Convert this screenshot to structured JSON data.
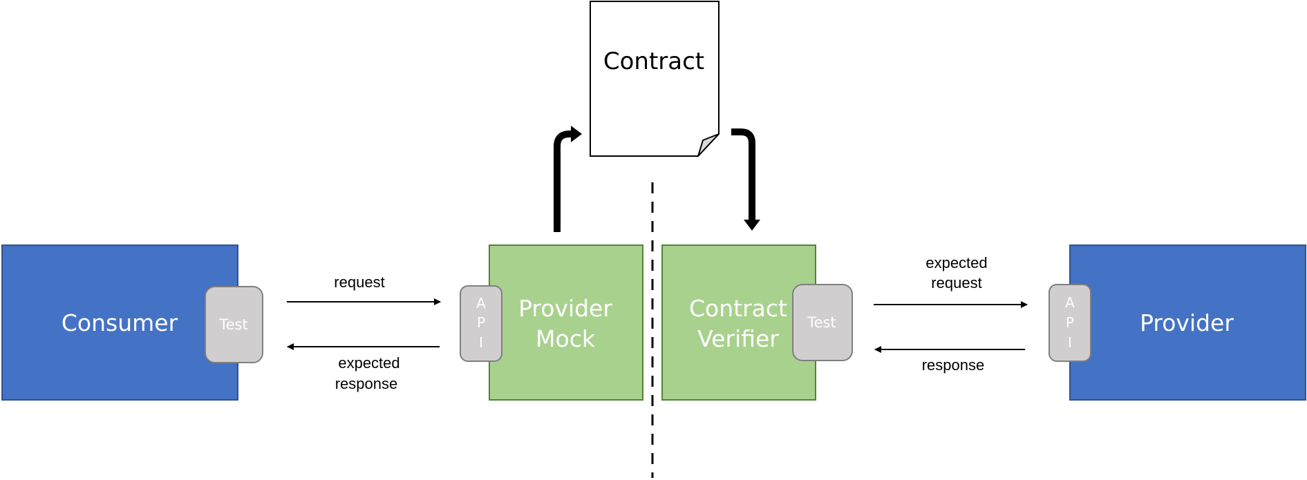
{
  "contract": {
    "label": "Contract"
  },
  "consumer": {
    "label": "Consumer",
    "test_label": "Test"
  },
  "provider_mock": {
    "line1": "Provider",
    "line2": "Mock",
    "api_letters": [
      "A",
      "P",
      "I"
    ]
  },
  "contract_verifier": {
    "line1": "Contract",
    "line2": "Verifier",
    "test_label": "Test"
  },
  "provider": {
    "label": "Provider",
    "api_letters": [
      "A",
      "P",
      "I"
    ]
  },
  "consumer_side_arrows": {
    "request_label": "request",
    "response_label_line1": "expected",
    "response_label_line2": "response"
  },
  "provider_side_arrows": {
    "request_label_line1": "expected",
    "request_label_line2": "request",
    "response_label": "response"
  },
  "colors": {
    "blue_fill": "#4472C4",
    "blue_stroke": "#2F528F",
    "green_fill": "#A9D18E",
    "green_stroke": "#548235",
    "gray_fill": "#D0CECE",
    "gray_stroke": "#7F7F7F",
    "block_text": "#FFFFFF",
    "ink": "#000000"
  }
}
